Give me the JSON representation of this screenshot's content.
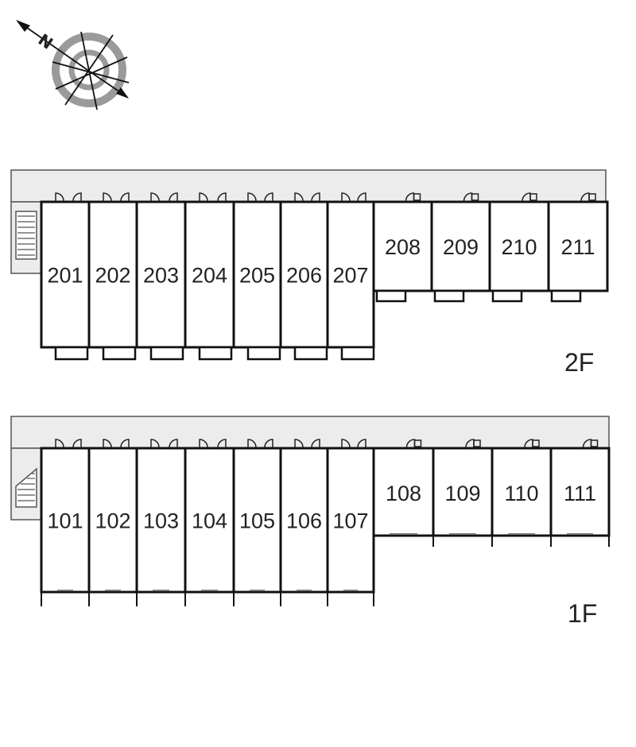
{
  "compass": {
    "north_label": "N",
    "icon": "compass-rose-icon"
  },
  "floors": [
    {
      "label": "2F",
      "units": [
        "201",
        "202",
        "203",
        "204",
        "205",
        "206",
        "207",
        "208",
        "209",
        "210",
        "211"
      ]
    },
    {
      "label": "1F",
      "units": [
        "101",
        "102",
        "103",
        "104",
        "105",
        "106",
        "107",
        "108",
        "109",
        "110",
        "111"
      ]
    }
  ],
  "colors": {
    "corridor": "#ececec",
    "wall": "#111111",
    "compass_ring": "#9a9a9a"
  }
}
